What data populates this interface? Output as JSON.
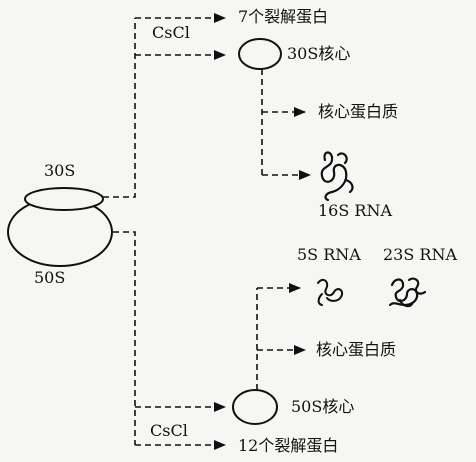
{
  "labels": {
    "protein_7": "7个裂解蛋白",
    "cscl_top": "CsCl",
    "core_30s": "30S核心",
    "core_protein_top": "核心蛋白质",
    "rna_16s": "16S RNA",
    "sub_30s": "30S",
    "sub_50s": "50S",
    "rna_5s": "5S RNA",
    "rna_23s": "23S RNA",
    "core_protein_bottom": "核心蛋白质",
    "core_50s": "50S核心",
    "cscl_bottom": "CsCl",
    "protein_12": "12个裂解蛋白"
  },
  "icons": [
    "ribosome-icon",
    "rna-coil-icon",
    "particle-icon",
    "arrow-icon"
  ]
}
